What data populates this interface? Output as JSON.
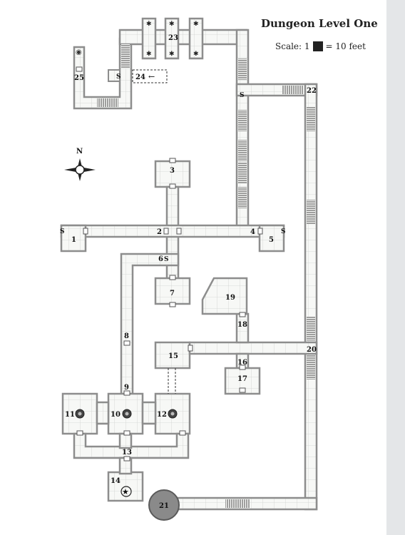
{
  "map": {
    "title": "Dungeon Level One",
    "scale": {
      "prefix": "Scale: 1",
      "suffix": "= 10 feet"
    },
    "compass": {
      "north_label": "N",
      "icon": "compass-rose-icon"
    },
    "rooms": [
      {
        "id": "1",
        "label": "1"
      },
      {
        "id": "2",
        "label": "2"
      },
      {
        "id": "3",
        "label": "3"
      },
      {
        "id": "4",
        "label": "4"
      },
      {
        "id": "5",
        "label": "5"
      },
      {
        "id": "6",
        "label": "6"
      },
      {
        "id": "7",
        "label": "7"
      },
      {
        "id": "8",
        "label": "8"
      },
      {
        "id": "9",
        "label": "9"
      },
      {
        "id": "10",
        "label": "10"
      },
      {
        "id": "11",
        "label": "11"
      },
      {
        "id": "12",
        "label": "12"
      },
      {
        "id": "13",
        "label": "13"
      },
      {
        "id": "14",
        "label": "14"
      },
      {
        "id": "15",
        "label": "15"
      },
      {
        "id": "16",
        "label": "16"
      },
      {
        "id": "17",
        "label": "17"
      },
      {
        "id": "18",
        "label": "18"
      },
      {
        "id": "19",
        "label": "19"
      },
      {
        "id": "20",
        "label": "20"
      },
      {
        "id": "21",
        "label": "21"
      },
      {
        "id": "22",
        "label": "22"
      },
      {
        "id": "23",
        "label": "23"
      },
      {
        "id": "24",
        "label": "24"
      },
      {
        "id": "25",
        "label": "25"
      }
    ],
    "secret_door_marker": "S",
    "arrow_glyph": "←",
    "colors": {
      "floor": "#f7f8f6",
      "wall": "#8d8d8d",
      "grid": "#cfd2d0",
      "ink": "#1a1a1a",
      "pit": "#8a8a8a"
    }
  }
}
